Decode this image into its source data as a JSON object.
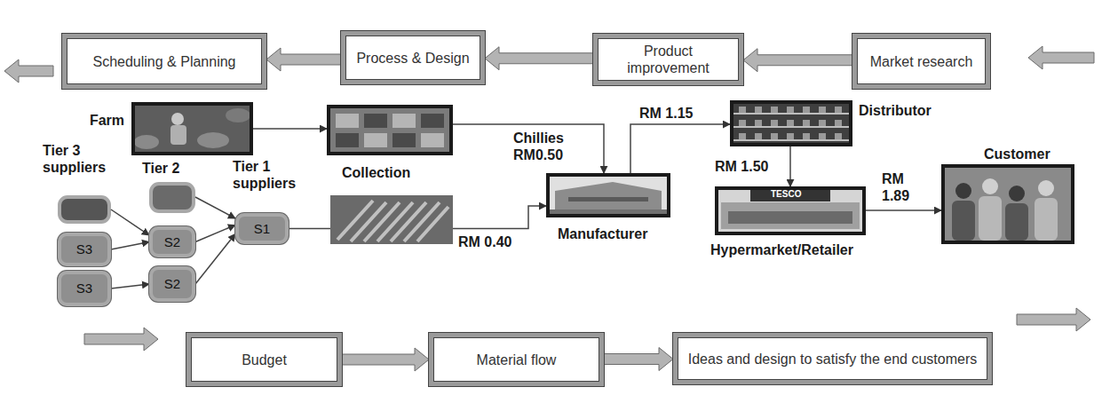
{
  "diagram": {
    "nodes": [
      {
        "text": [
          "Scheduling & Planning"
        ]
      },
      {
        "text": [
          "Process & Design"
        ]
      },
      {
        "text": [
          "Product improvement"
        ]
      },
      {
        "text": [
          "Market research"
        ]
      },
      {
        "text": [
          "Farm"
        ]
      },
      {
        "text": [
          "Collection"
        ]
      },
      {
        "text": [
          "Distributor"
        ]
      },
      {
        "text": [
          "Customer"
        ]
      },
      {
        "text": [
          "S3"
        ]
      },
      {
        "text": [
          "S2"
        ]
      },
      {
        "text": [
          "S1"
        ]
      },
      {
        "text": [
          "S3"
        ]
      },
      {
        "text": [
          "S2"
        ]
      },
      {
        "text": [
          "Manufacturer"
        ]
      },
      {
        "text": [
          "Hypermarket/Retailer"
        ]
      },
      {
        "text": [
          "Budget"
        ]
      },
      {
        "text": [
          "Material flow"
        ]
      },
      {
        "text": [
          "Ideas and design to satisfy the end customers"
        ]
      }
    ],
    "edges": [
      {
        "from": 3,
        "to": 2,
        "arrow": "to"
      },
      {
        "from": 2,
        "to": 1,
        "arrow": "to"
      },
      {
        "from": 1,
        "to": 0,
        "arrow": "to"
      },
      {
        "from": 4,
        "to": 5,
        "arrow": "to"
      },
      {
        "from": 5,
        "to": 13,
        "label": "Chillies RM0.50",
        "arrow": "to"
      },
      {
        "from": 8,
        "to": 9,
        "arrow": "to"
      },
      {
        "from": 11,
        "to": 12,
        "arrow": "to"
      },
      {
        "from": 9,
        "to": 10,
        "arrow": "to"
      },
      {
        "from": 12,
        "to": 10,
        "arrow": "to"
      },
      {
        "from": 10,
        "to": 13,
        "label": "RM 0.40",
        "arrow": "to"
      },
      {
        "from": 13,
        "to": 6,
        "label": "RM 1.15",
        "arrow": "to"
      },
      {
        "from": 6,
        "to": 14,
        "label": "RM 1.50",
        "arrow": "to"
      },
      {
        "from": 14,
        "to": 7,
        "label": "RM 1.89",
        "arrow": "to"
      },
      {
        "from": 15,
        "to": 16,
        "arrow": "to"
      },
      {
        "from": 16,
        "to": 17,
        "arrow": "to"
      }
    ],
    "labels": [
      "Tier 3 suppliers",
      "Tier 2",
      "Tier 1 suppliers",
      "TESCO"
    ]
  }
}
